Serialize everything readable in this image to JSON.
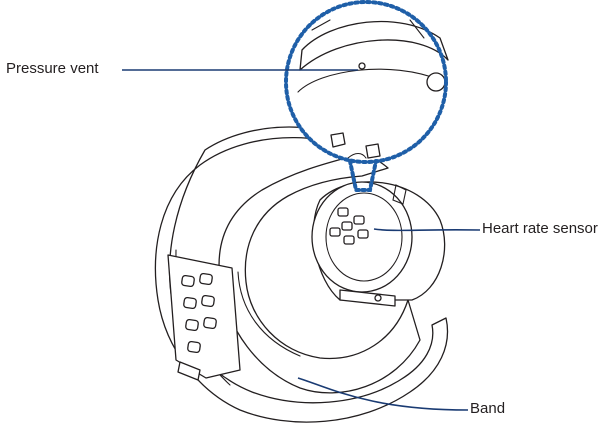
{
  "labels": {
    "pressure_vent": "Pressure vent",
    "heart_rate_sensor": "Heart rate sensor",
    "band": "Band"
  },
  "colors": {
    "outline": "#231f20",
    "callout": "#1a3b73",
    "zoom_circle": "#1f5fa8"
  }
}
